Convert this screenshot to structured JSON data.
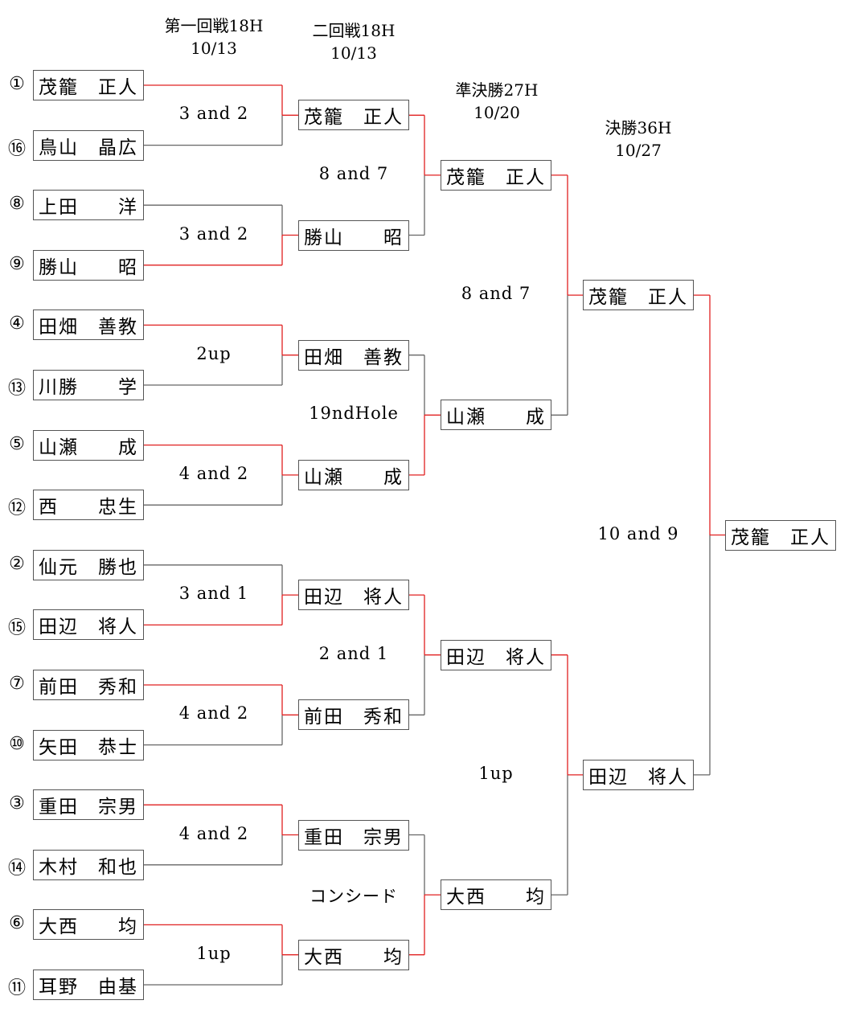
{
  "headers": {
    "round1": {
      "title": "第一回戦18H",
      "date": "10/13"
    },
    "round2": {
      "title": "二回戦18H",
      "date": "10/13"
    },
    "semi": {
      "title": "準決勝27H",
      "date": "10/20"
    },
    "final": {
      "title": "決勝36H",
      "date": "10/27"
    }
  },
  "round1": [
    {
      "seed": "①",
      "surname": "茂籠",
      "given": "正人"
    },
    {
      "seed": "⑯",
      "surname": "鳥山",
      "given": "晶広"
    },
    {
      "seed": "⑧",
      "surname": "上田",
      "given": "洋"
    },
    {
      "seed": "⑨",
      "surname": "勝山",
      "given": "昭"
    },
    {
      "seed": "④",
      "surname": "田畑",
      "given": "善教"
    },
    {
      "seed": "⑬",
      "surname": "川勝",
      "given": "学"
    },
    {
      "seed": "⑤",
      "surname": "山瀬",
      "given": "成"
    },
    {
      "seed": "⑫",
      "surname": "西",
      "given": "忠生"
    },
    {
      "seed": "②",
      "surname": "仙元",
      "given": "勝也"
    },
    {
      "seed": "⑮",
      "surname": "田辺",
      "given": "将人"
    },
    {
      "seed": "⑦",
      "surname": "前田",
      "given": "秀和"
    },
    {
      "seed": "⑩",
      "surname": "矢田",
      "given": "恭士"
    },
    {
      "seed": "③",
      "surname": "重田",
      "given": "宗男"
    },
    {
      "seed": "⑭",
      "surname": "木村",
      "given": "和也"
    },
    {
      "seed": "⑥",
      "surname": "大西",
      "given": "均"
    },
    {
      "seed": "⑪",
      "surname": "耳野",
      "given": "由基"
    }
  ],
  "round2": [
    {
      "surname": "茂籠",
      "given": "正人"
    },
    {
      "surname": "勝山",
      "given": "昭"
    },
    {
      "surname": "田畑",
      "given": "善教"
    },
    {
      "surname": "山瀬",
      "given": "成"
    },
    {
      "surname": "田辺",
      "given": "将人"
    },
    {
      "surname": "前田",
      "given": "秀和"
    },
    {
      "surname": "重田",
      "given": "宗男"
    },
    {
      "surname": "大西",
      "given": "均"
    }
  ],
  "semi": [
    {
      "surname": "茂籠",
      "given": "正人"
    },
    {
      "surname": "山瀬",
      "given": "成"
    },
    {
      "surname": "田辺",
      "given": "将人"
    },
    {
      "surname": "大西",
      "given": "均"
    }
  ],
  "final": [
    {
      "surname": "茂籠",
      "given": "正人"
    },
    {
      "surname": "田辺",
      "given": "将人"
    }
  ],
  "champion": {
    "surname": "茂籠",
    "given": "正人"
  },
  "scores": {
    "round1": [
      "3 and 2",
      "3 and 2",
      "2up",
      "4 and 2",
      "3 and 1",
      "4 and 2",
      "4 and 2",
      "1up"
    ],
    "round2": [
      "8 and 7",
      "19ndHole",
      "2 and 1",
      "コンシード"
    ],
    "semi": [
      "8 and 7",
      "1up"
    ],
    "final": "10 and 9"
  },
  "winners": {
    "round1": [
      0,
      1,
      0,
      0,
      1,
      0,
      0,
      0
    ],
    "round2": [
      0,
      1,
      0,
      1
    ],
    "semi": [
      0,
      0
    ],
    "final": 0
  },
  "colors": {
    "winner_line": "#e02020",
    "loser_line": "#666666",
    "box_border": "#555555"
  }
}
